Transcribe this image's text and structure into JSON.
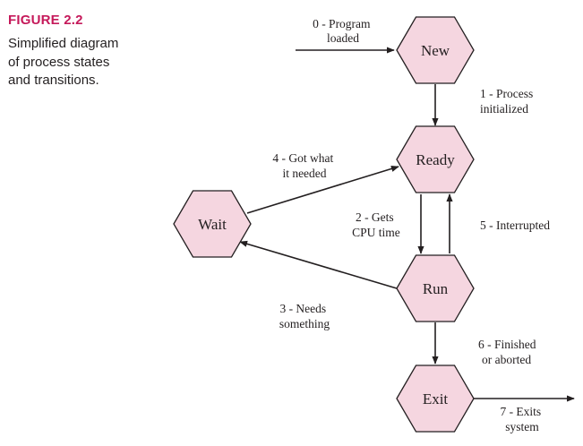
{
  "figure": {
    "title": "FIGURE 2.2",
    "caption_lines": [
      "Simplified diagram",
      "of process states",
      "and transitions."
    ]
  },
  "nodes": {
    "new": "New",
    "ready": "Ready",
    "wait": "Wait",
    "run": "Run",
    "exit": "Exit"
  },
  "transitions": {
    "t0": [
      "0 - Program",
      "loaded"
    ],
    "t1": [
      "1 - Process",
      "initialized"
    ],
    "t2": [
      "2 - Gets",
      "CPU time"
    ],
    "t3": [
      "3 - Needs",
      "something"
    ],
    "t4": [
      "4 - Got what",
      "it needed"
    ],
    "t5": [
      "5 - Interrupted"
    ],
    "t6": [
      "6 - Finished",
      "or aborted"
    ],
    "t7": [
      "7 - Exits",
      "system"
    ]
  },
  "colors": {
    "title": "#c5195a",
    "node_fill": "#f5d6e0",
    "stroke": "#231f20"
  }
}
